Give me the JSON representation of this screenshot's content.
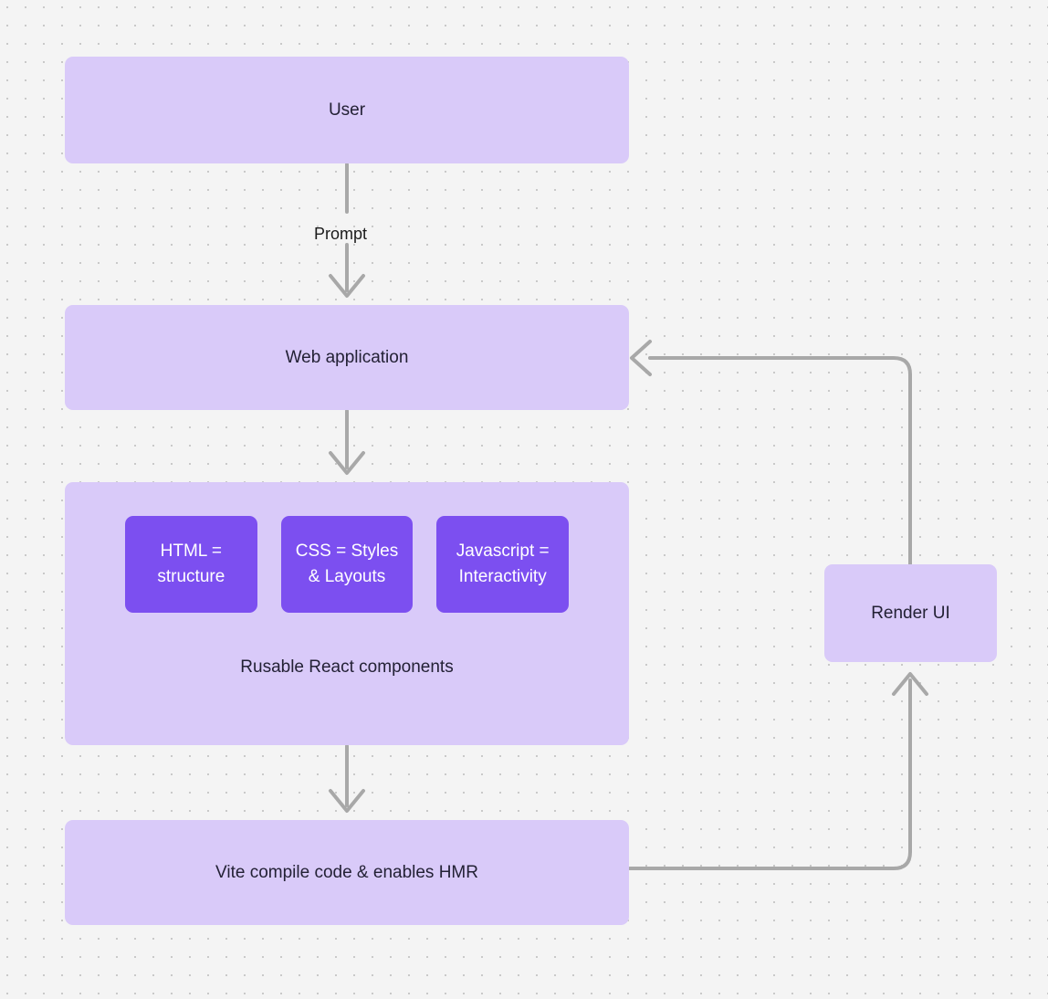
{
  "canvas": {
    "background_color": "#f4f4f4",
    "dot_color": "#c9c9c9",
    "node_fill": "#d9caf9",
    "chip_fill": "#7c4ff0",
    "edge_color": "#a8a8a8",
    "text_color": "#232135"
  },
  "nodes": {
    "user": {
      "label": "User"
    },
    "webapp": {
      "label": "Web application"
    },
    "react_container": {
      "caption": "Rusable React components",
      "chips": [
        {
          "label": "HTML =\nstructure",
          "line1": "HTML =",
          "line2": "structure"
        },
        {
          "label": "CSS = Styles\n& Layouts",
          "line1": "CSS = Styles",
          "line2": "& Layouts"
        },
        {
          "label": "Javascript =\nInteractivity",
          "line1": "Javascript =",
          "line2": "Interactivity"
        }
      ]
    },
    "vite": {
      "label": "Vite compile code & enables HMR"
    },
    "render": {
      "label": "Render UI"
    }
  },
  "edges": [
    {
      "from": "user",
      "to": "webapp",
      "label": "Prompt",
      "direction": "down"
    },
    {
      "from": "webapp",
      "to": "react_container",
      "label": "",
      "direction": "down"
    },
    {
      "from": "react_container",
      "to": "vite",
      "label": "",
      "direction": "down"
    },
    {
      "from": "vite",
      "to": "render",
      "label": "",
      "direction": "up-right-elbow"
    },
    {
      "from": "render",
      "to": "webapp",
      "label": "",
      "direction": "up-left-elbow"
    }
  ],
  "chart_data": {
    "type": "diagram",
    "title": "React + Vite web application flow",
    "flow": [
      "User",
      "Prompt",
      "Web application",
      "Rusable React components",
      "Vite compile code & enables HMR",
      "Render UI",
      "Web application"
    ]
  }
}
